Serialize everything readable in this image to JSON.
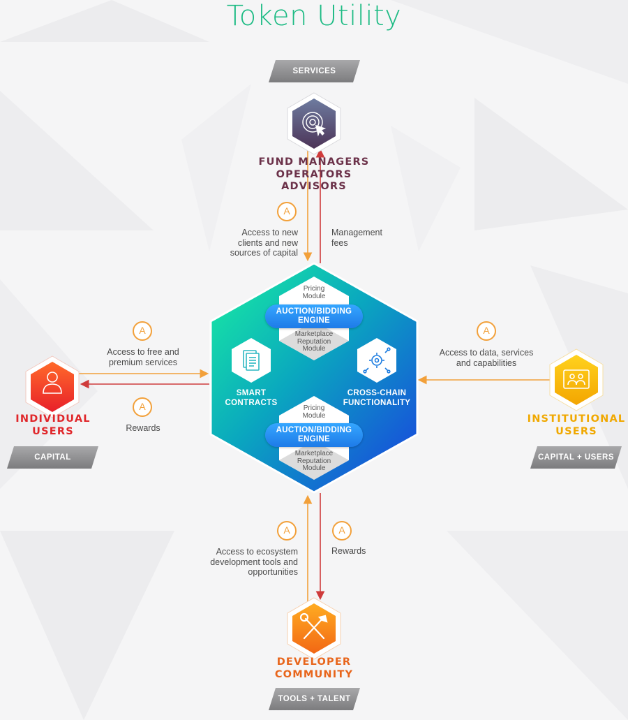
{
  "title": "Token Utility",
  "colors": {
    "title": "#1dbb84",
    "fund_managers": "#6b3149",
    "individual": "#e0262a",
    "institutional": "#f0a800",
    "developer": "#e8651b",
    "arrow_orange": "#f2a03a",
    "arrow_red": "#cf3b3b"
  },
  "tags": {
    "services": "SERVICES",
    "capital": "CAPITAL",
    "capital_users": "CAPITAL + USERS",
    "tools_talent": "TOOLS + TALENT"
  },
  "roles": {
    "fund_managers": [
      "FUND MANAGERS",
      "OPERATORS",
      "ADVISORS"
    ],
    "individual": [
      "INDIVIDUAL",
      "USERS"
    ],
    "institutional": [
      "INSTITUTIONAL",
      "USERS"
    ],
    "developer": [
      "DEVELOPER",
      "COMMUNITY"
    ]
  },
  "flows": {
    "top_left": [
      "Access to new",
      "clients and new",
      "sources of capital"
    ],
    "top_right": [
      "Management",
      "fees"
    ],
    "left_top": [
      "Access to free and",
      "premium services"
    ],
    "left_bottom": [
      "Rewards"
    ],
    "right": [
      "Access to data, services",
      "and capabilities"
    ],
    "bottom_left": [
      "Access to ecosystem",
      "development tools and",
      "opportunities"
    ],
    "bottom_right": [
      "Rewards"
    ]
  },
  "token_symbol": "A",
  "hub": {
    "pricing": [
      "Pricing",
      "Module"
    ],
    "engine": [
      "AUCTION/BIDDING",
      "ENGINE"
    ],
    "marketplace": [
      "Marketplace",
      "Reputation",
      "Module"
    ],
    "smart_contracts": [
      "SMART",
      "CONTRACTS"
    ],
    "cross_chain": [
      "CROSS-CHAIN",
      "FUNCTIONALITY"
    ]
  },
  "icons": {
    "fund_managers": "target-cursor-icon",
    "individual": "user-icon",
    "institutional": "group-board-icon",
    "developer": "tools-icon",
    "smart_contracts": "document-icon",
    "cross_chain": "gear-network-icon",
    "token": "token-a-icon"
  }
}
